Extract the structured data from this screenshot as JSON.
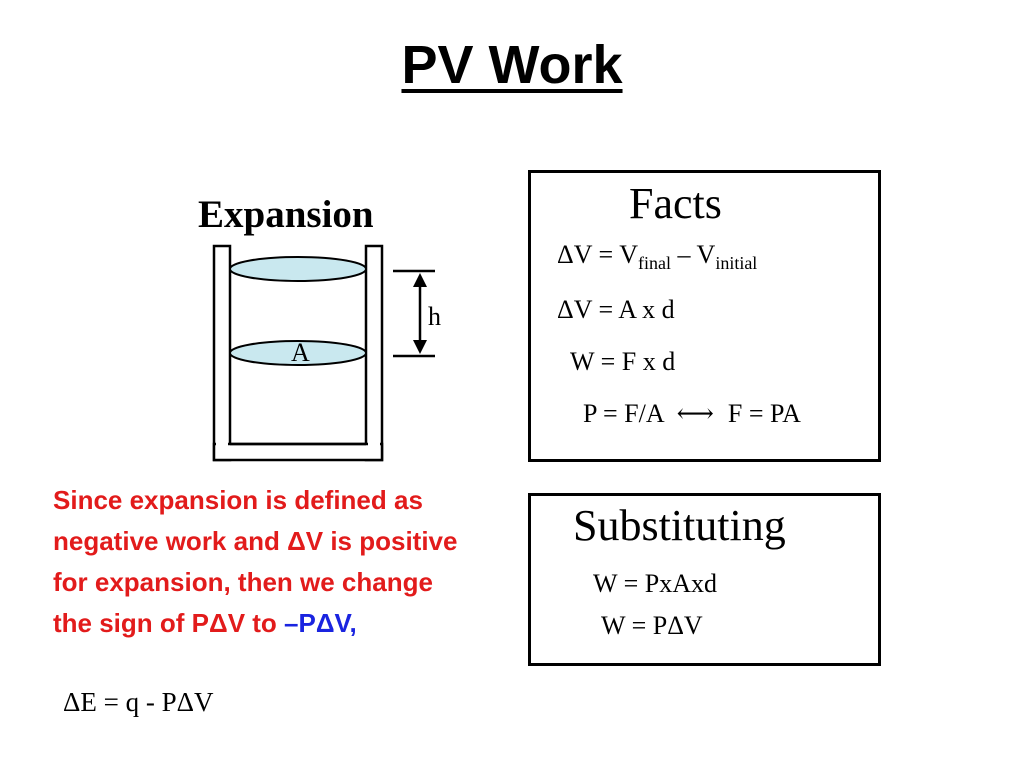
{
  "title": "PV Work",
  "diagram": {
    "label": "Expansion",
    "height_label": "h",
    "area_label": "A"
  },
  "facts": {
    "title": "Facts",
    "eq1": {
      "lhs": "ΔV = V",
      "sub1": "final",
      "mid": " – V",
      "sub2": "initial"
    },
    "eq2": "ΔV = A x d",
    "eq3": "W = F x d",
    "eq4_left": "P = F/A",
    "eq4_arrow": "⟷",
    "eq4_right": "F = PA"
  },
  "substituting": {
    "title": "Substituting",
    "eq1": "W = PxAxd",
    "eq2": "W = PΔV"
  },
  "explanation": {
    "text": "Since expansion is defined as negative work and ΔV is positive for expansion, then we change the sign of PΔV to ",
    "highlight": "–PΔV,",
    "energy_equation": "ΔE = q - PΔV"
  },
  "colors": {
    "explanation_text": "#e21b1b",
    "highlight": "#1a24e0",
    "liquid_surface": "#c9e8ef"
  }
}
